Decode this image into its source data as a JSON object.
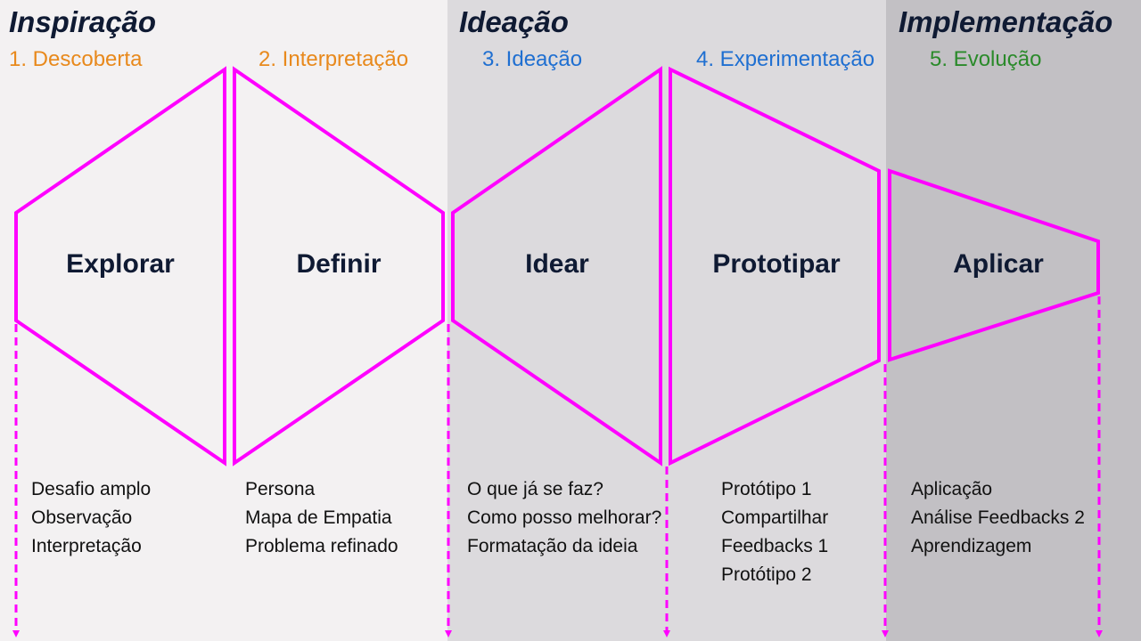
{
  "colors": {
    "accent": "#ff00ff",
    "title": "#0f1a33",
    "step_orange": "#e8891c",
    "step_blue": "#1f6fd1",
    "step_green": "#2a8a2a",
    "band_light": "#f3f1f2",
    "band_mid": "#dcdadd",
    "band_dark": "#c2c0c4"
  },
  "phases": [
    {
      "title": "Inspiração"
    },
    {
      "title": "Ideação"
    },
    {
      "title": "Implementação"
    }
  ],
  "steps": [
    {
      "label": "1. Descoberta",
      "color": "#e8891c"
    },
    {
      "label": "2. Interpretação",
      "color": "#e8891c"
    },
    {
      "label": "3. Ideação",
      "color": "#1f6fd1"
    },
    {
      "label": "4. Experimentação",
      "color": "#1f6fd1"
    },
    {
      "label": "5. Evolução",
      "color": "#2a8a2a"
    }
  ],
  "stages": [
    {
      "label": "Explorar",
      "items": [
        "Desafio amplo",
        "Observação",
        "Interpretação"
      ]
    },
    {
      "label": "Definir",
      "items": [
        "Persona",
        "Mapa de Empatia",
        "Problema refinado"
      ]
    },
    {
      "label": "Idear",
      "items": [
        "O que já se faz?",
        "Como posso melhorar?",
        "Formatação da ideia"
      ]
    },
    {
      "label": "Prototipar",
      "items": [
        "Protótipo 1",
        "Compartilhar",
        "Feedbacks 1",
        "Protótipo 2"
      ]
    },
    {
      "label": "Aplicar",
      "items": [
        "Aplicação",
        "Análise Feedbacks 2",
        "Aprendizagem"
      ]
    }
  ]
}
